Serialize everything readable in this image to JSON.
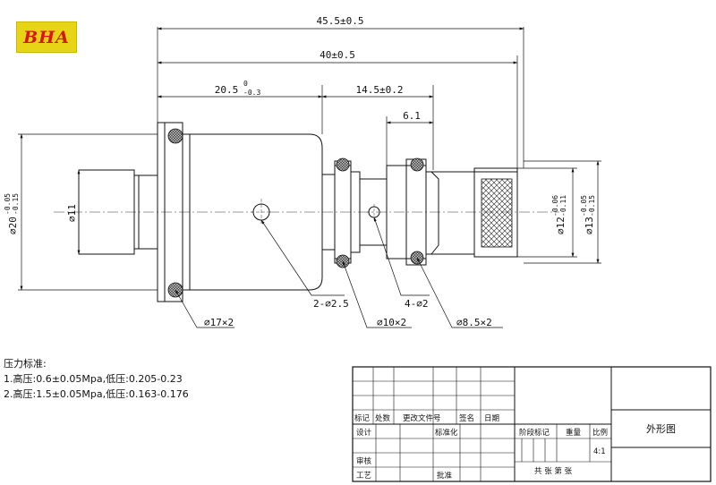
{
  "logo": {
    "text": "BHA"
  },
  "dimensions": {
    "overall_length": "45.5±0.5",
    "length_40": "40±0.5",
    "length_20_5": "20.5",
    "length_20_5_tol_upper": "0",
    "length_20_5_tol_lower": "-0.3",
    "length_14_5": "14.5±0.2",
    "length_6_1": "6.1",
    "dia_20": "∅20",
    "dia_20_tol_upper": "-0.05",
    "dia_20_tol_lower": "-0.15",
    "dia_11": "∅11",
    "dia_12": "∅12",
    "dia_12_tol_upper": "-0.06",
    "dia_12_tol_lower": "-0.11",
    "dia_13": "∅13",
    "dia_13_tol_upper": "-0.05",
    "dia_13_tol_lower": "-0.15"
  },
  "callouts": {
    "oring_17": "∅17×2",
    "holes_2_5": "2-∅2.5",
    "holes_2": "4-∅2",
    "oring_10": "∅10×2",
    "oring_8_5": "∅8.5×2"
  },
  "notes": {
    "title": "压力标准:",
    "line1": "1.高压:0.6±0.05Mpa,低压:0.205-0.23",
    "line2": "2.高压:1.5±0.05Mpa,低压:0.163-0.176"
  },
  "title_block": {
    "marker": "标记",
    "count": "处数",
    "change_doc": "更改文件号",
    "signature": "签名",
    "date": "日期",
    "design": "设计",
    "standardize": "标准化",
    "stage_mark": "阶段标记",
    "weight": "重量",
    "ratio": "比例",
    "scale": "4:1",
    "review": "审核",
    "process": "工艺",
    "approve": "批准",
    "sheets": "共  张 第  张",
    "drawing_name": "外形图"
  }
}
